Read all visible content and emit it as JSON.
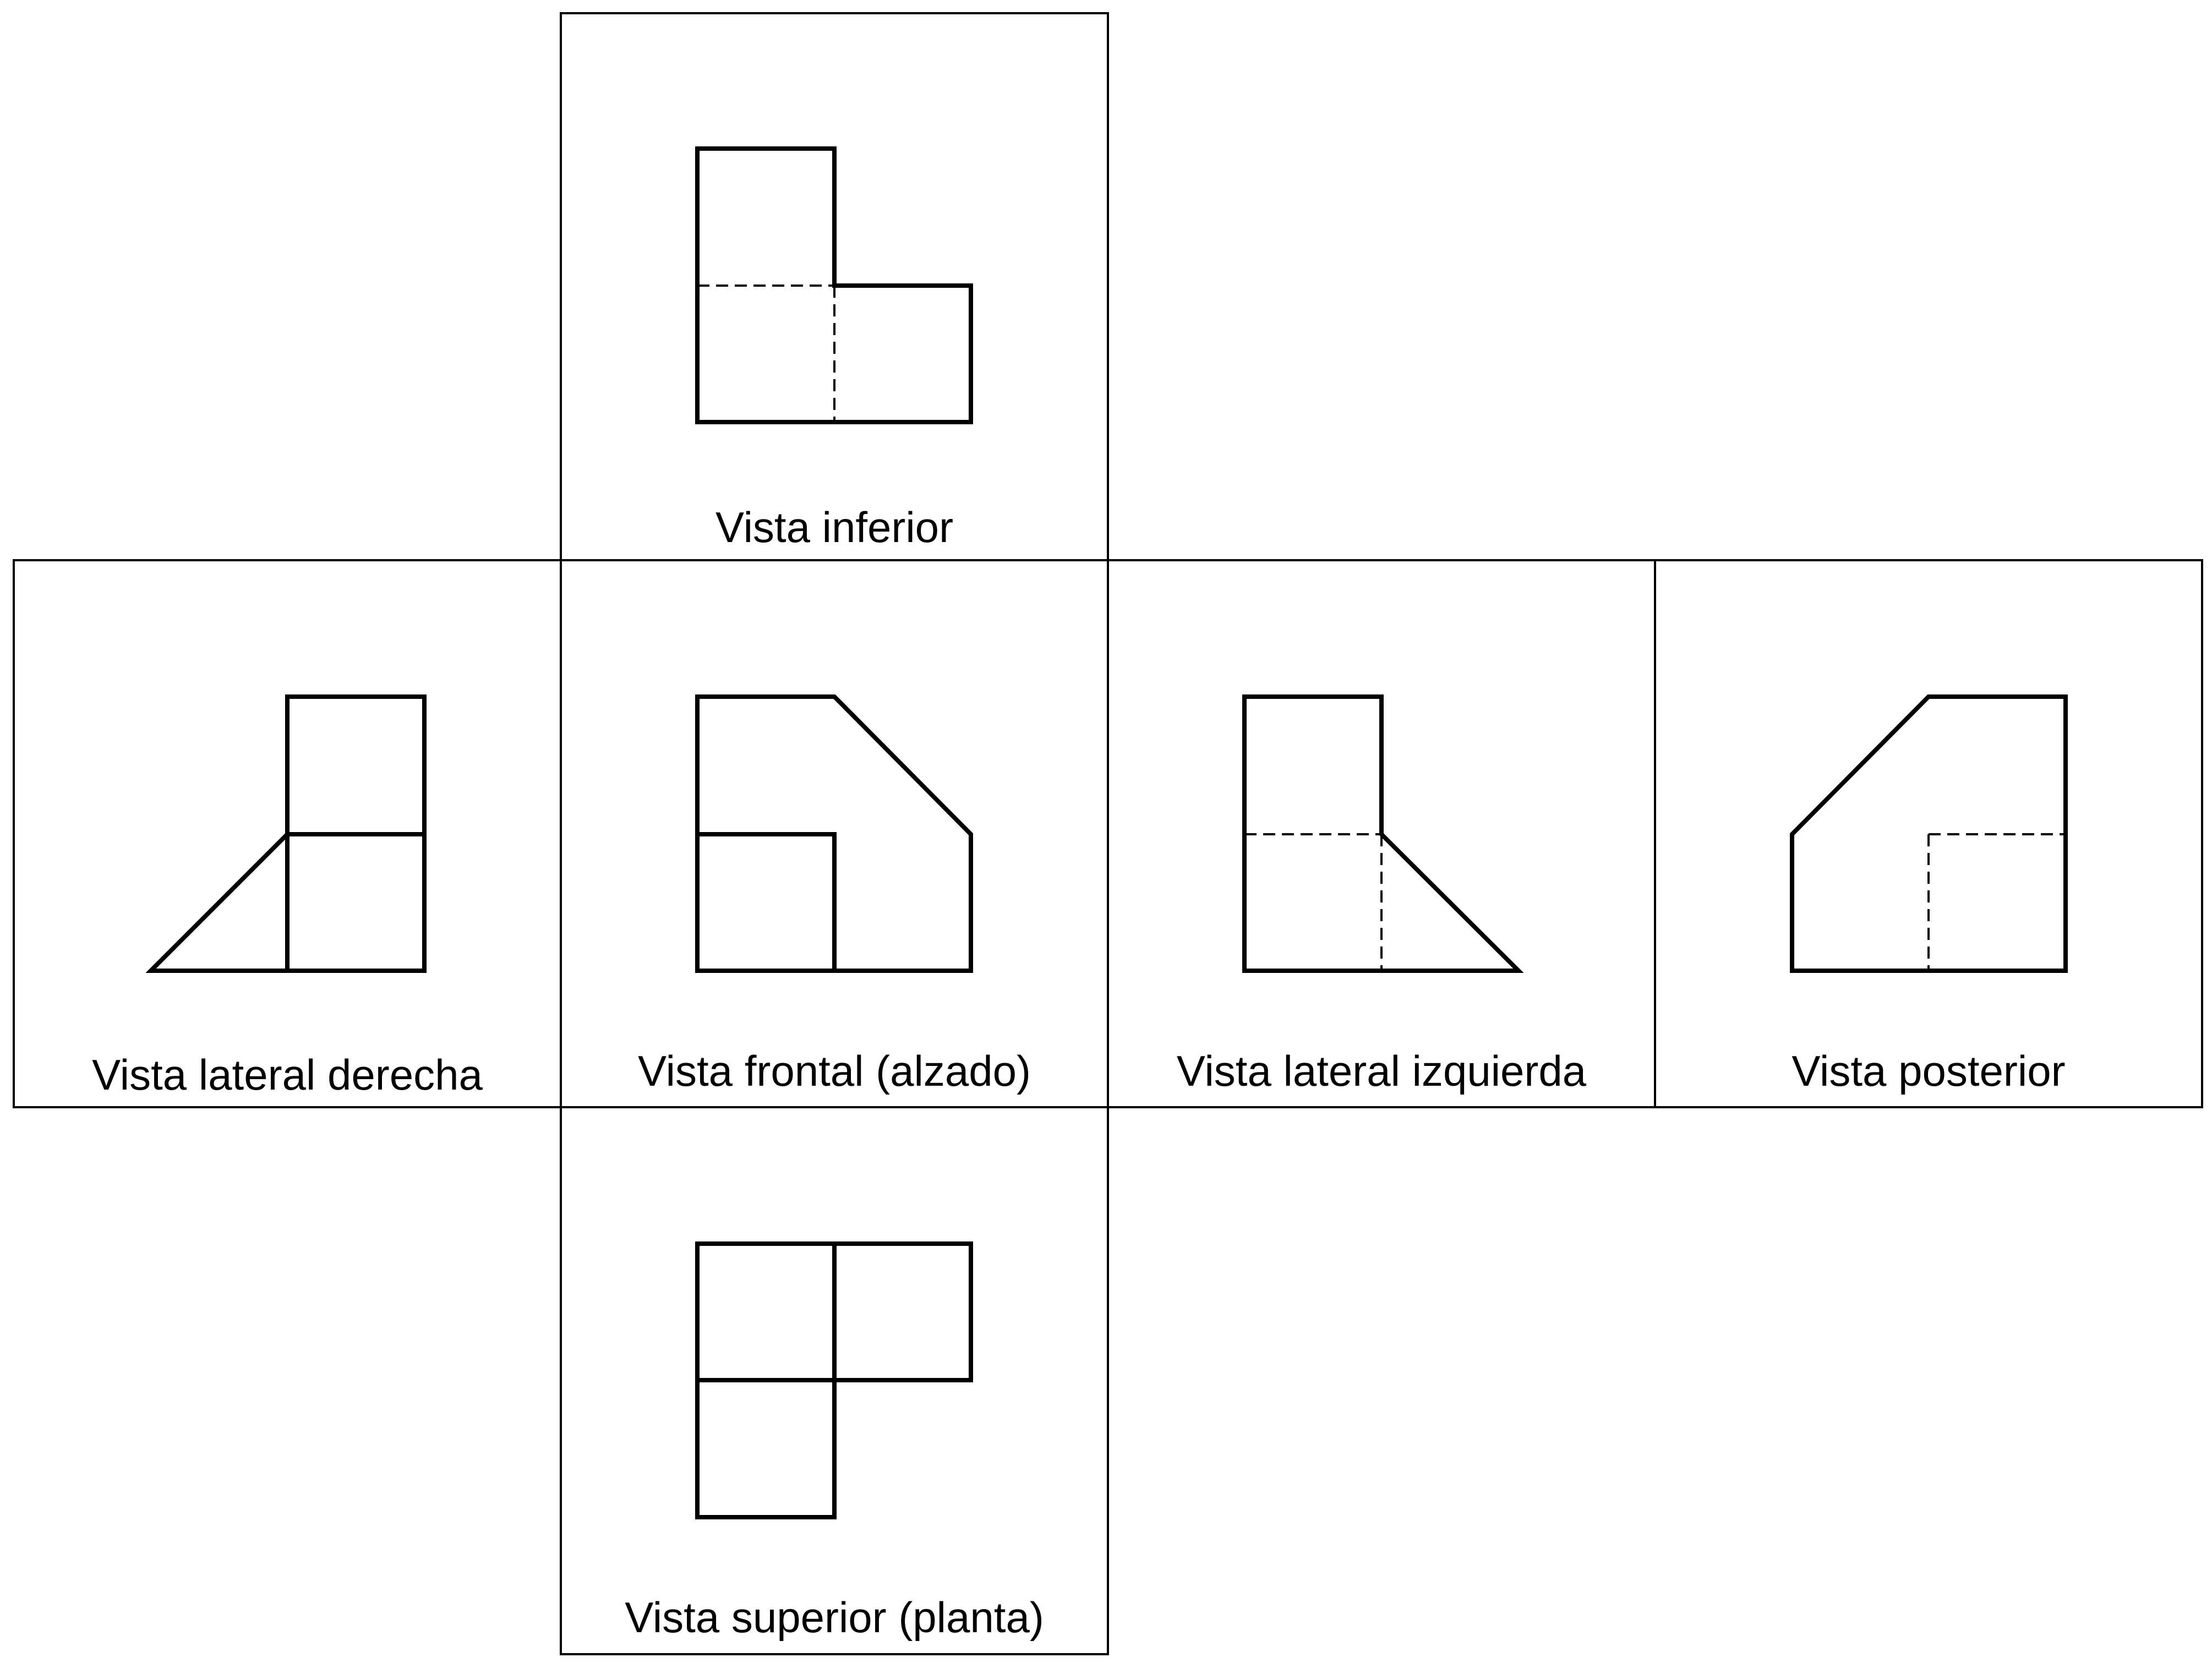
{
  "diagram": {
    "views": {
      "bottom": {
        "label": "Vista inferior"
      },
      "right": {
        "label": "Vista lateral derecha"
      },
      "front": {
        "label": "Vista frontal (alzado)"
      },
      "left": {
        "label": "Vista lateral izquierda"
      },
      "rear": {
        "label": "Vista posterior"
      },
      "top": {
        "label": "Vista superior (planta)"
      }
    }
  }
}
